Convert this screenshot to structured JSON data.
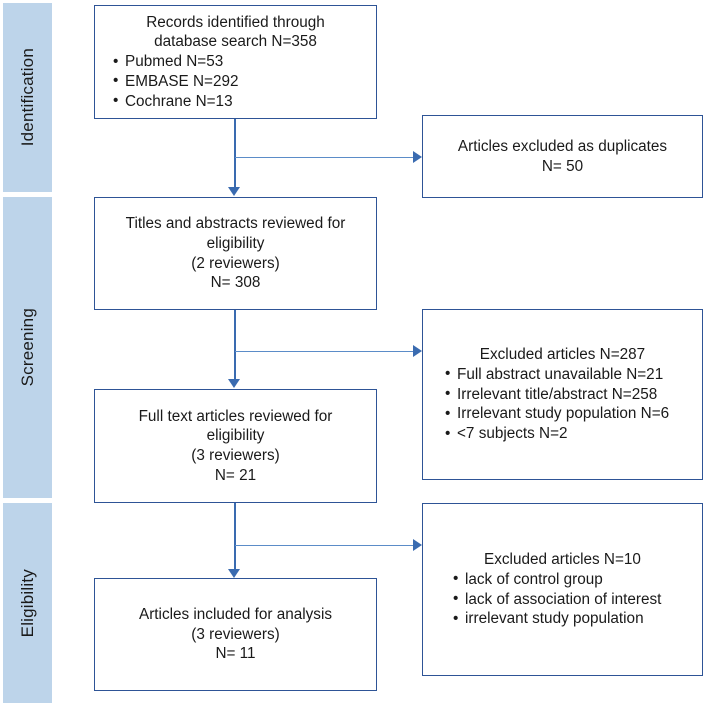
{
  "diagram": {
    "title": "PRISMA study selection flow diagram",
    "accent_color": "#2e5496",
    "connector_color": "#3a6bb0",
    "band_color": "#bdd4ea"
  },
  "stages": [
    {
      "id": "identification",
      "label": "Identification"
    },
    {
      "id": "screening",
      "label": "Screening"
    },
    {
      "id": "eligibility",
      "label": "Eligibility"
    }
  ],
  "boxes": {
    "records_identified": {
      "lines": [
        "Records identified through",
        "database search N=358"
      ],
      "bullets": [
        "Pubmed N=53",
        "EMBASE N=292",
        "Cochrane N=13"
      ]
    },
    "duplicates_excluded": {
      "lines": [
        "Articles excluded as duplicates",
        "N= 50"
      ],
      "bullets": []
    },
    "titles_abstracts": {
      "lines": [
        "Titles and abstracts reviewed for",
        "eligibility",
        "(2 reviewers)",
        "N= 308"
      ],
      "bullets": []
    },
    "excluded_287": {
      "lines": [
        "Excluded articles N=287"
      ],
      "bullets": [
        "Full abstract unavailable N=21",
        "Irrelevant title/abstract N=258",
        "Irrelevant study population N=6",
        "<7 subjects N=2"
      ]
    },
    "full_text": {
      "lines": [
        "Full text articles reviewed for",
        "eligibility",
        "(3 reviewers)",
        "N= 21"
      ],
      "bullets": []
    },
    "excluded_10": {
      "lines": [
        "Excluded articles N=10"
      ],
      "bullets": [
        "lack of control group",
        "lack of association of interest",
        "irrelevant study population"
      ]
    },
    "included": {
      "lines": [
        "Articles included for analysis",
        "(3 reviewers)",
        "N= 11"
      ],
      "bullets": []
    }
  }
}
